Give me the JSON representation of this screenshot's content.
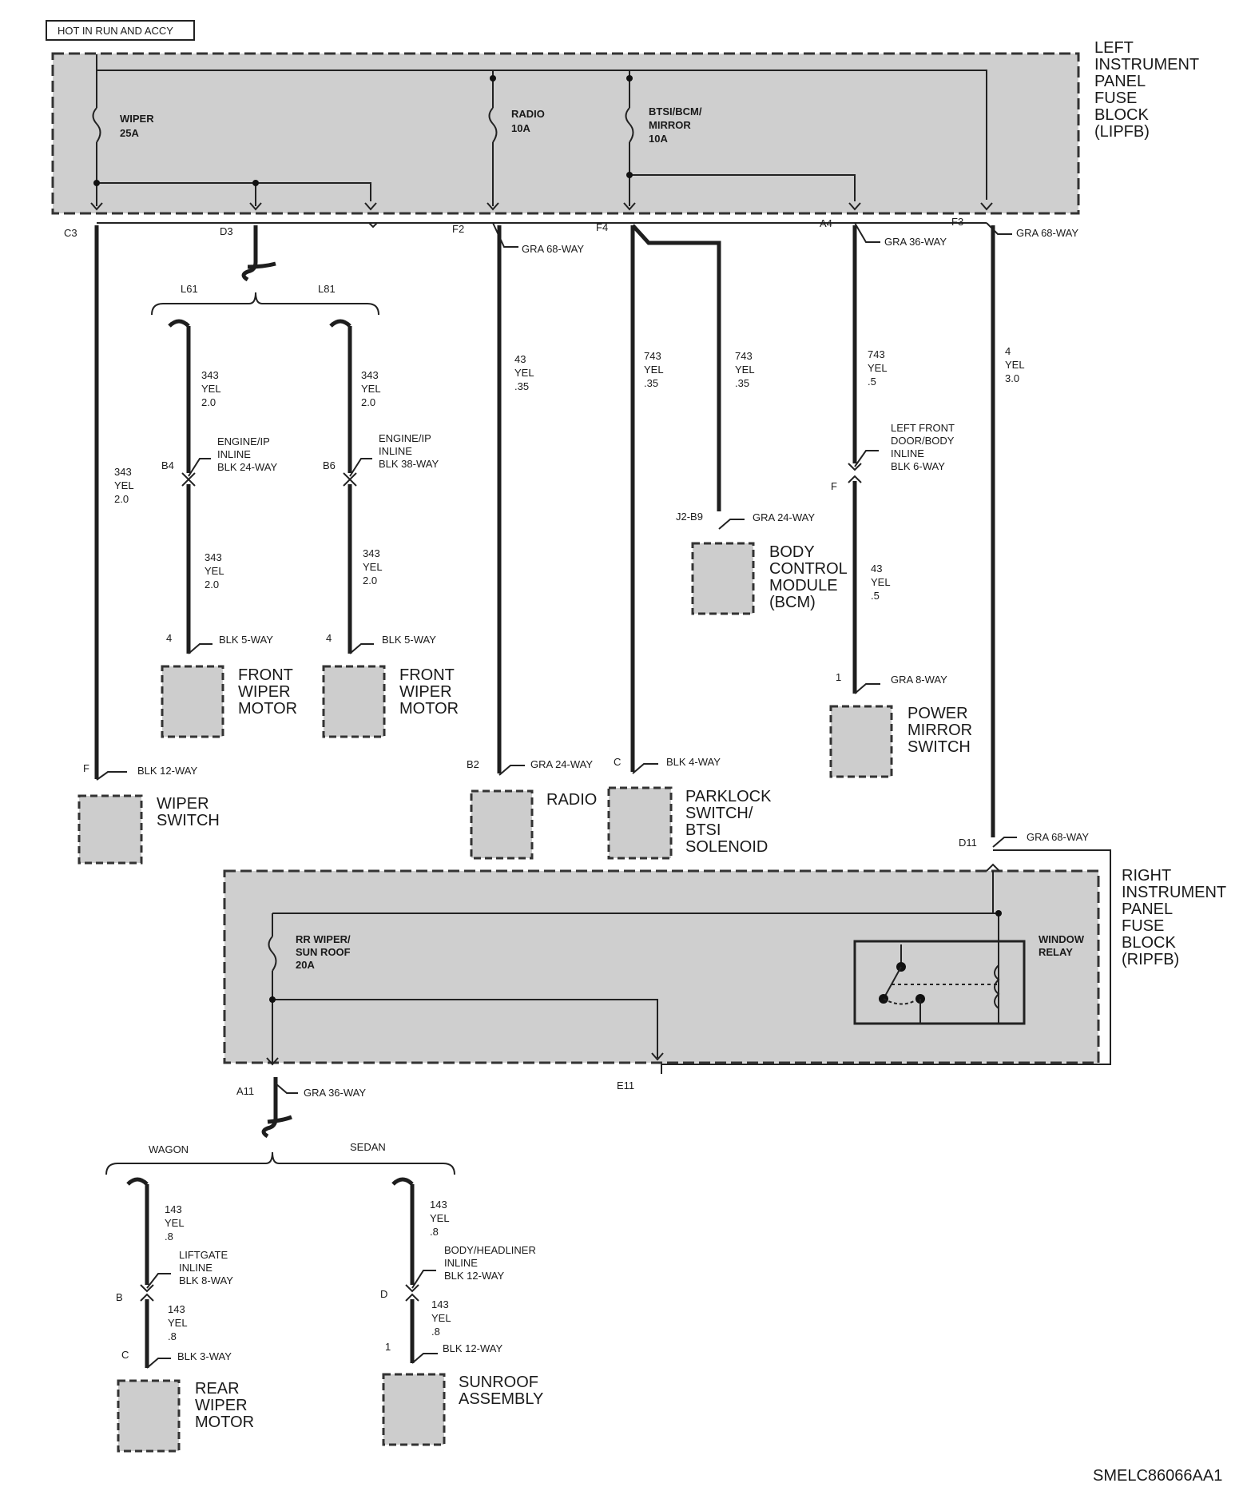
{
  "header_tag": "HOT IN RUN AND ACCY",
  "drawing_code": "SMELC86066AA1",
  "lipfb": {
    "label_lines": [
      "LEFT",
      "INSTRUMENT",
      "PANEL",
      "FUSE",
      "BLOCK",
      "(LIPFB)"
    ],
    "fuses": [
      {
        "lines": [
          "WIPER",
          "25A"
        ]
      },
      {
        "lines": [
          "RADIO",
          "10A"
        ]
      },
      {
        "lines": [
          "BTSI/BCM/",
          "MIRROR",
          "10A"
        ]
      }
    ],
    "pins": [
      "C3",
      "D3",
      "F2",
      "F4",
      "A4",
      "F3"
    ],
    "connectors": {
      "f2": "GRA 68-WAY",
      "a4": "GRA 36-WAY",
      "f3": "GRA 68-WAY"
    }
  },
  "branches_top": {
    "left": "L61",
    "right": "L81"
  },
  "wires": {
    "c3": [
      "343",
      "YEL",
      "2.0"
    ],
    "l61_up": [
      "343",
      "YEL",
      "2.0"
    ],
    "l61_low": [
      "343",
      "YEL",
      "2.0"
    ],
    "l81_up": [
      "343",
      "YEL",
      "2.0"
    ],
    "l81_low": [
      "343",
      "YEL",
      "2.0"
    ],
    "f2": [
      "43",
      "YEL",
      ".35"
    ],
    "f4a": [
      "743",
      "YEL",
      ".35"
    ],
    "f4b": [
      "743",
      "YEL",
      ".35"
    ],
    "a4_up": [
      "743",
      "YEL",
      ".5"
    ],
    "a4_low": [
      "43",
      "YEL",
      ".5"
    ],
    "f3": [
      "4",
      "YEL",
      "3.0"
    ],
    "wagon_up": [
      "143",
      "YEL",
      ".8"
    ],
    "wagon_low": [
      "143",
      "YEL",
      ".8"
    ],
    "sedan_up": [
      "143",
      "YEL",
      ".8"
    ],
    "sedan_low": [
      "143",
      "YEL",
      ".8"
    ]
  },
  "inlines": {
    "b4": {
      "pin": "B4",
      "lines": [
        "ENGINE/IP",
        "INLINE",
        "BLK 24-WAY"
      ]
    },
    "b6": {
      "pin": "B6",
      "lines": [
        "ENGINE/IP",
        "INLINE",
        "BLK 38-WAY"
      ]
    },
    "door": {
      "pin": "F",
      "lines": [
        "LEFT FRONT",
        "DOOR/BODY",
        "INLINE",
        "BLK 6-WAY"
      ]
    },
    "liftgate": {
      "pin": "B",
      "lines": [
        "LIFTGATE",
        "INLINE",
        "BLK 8-WAY"
      ]
    },
    "headliner": {
      "pin": "D",
      "lines": [
        "BODY/HEADLINER",
        "INLINE",
        "BLK 12-WAY"
      ]
    }
  },
  "components": {
    "wiper_switch": {
      "pin": "F",
      "conn": "BLK 12-WAY",
      "lines": [
        "WIPER",
        "SWITCH"
      ]
    },
    "front_wiper_1": {
      "pin": "4",
      "conn": "BLK 5-WAY",
      "lines": [
        "FRONT",
        "WIPER",
        "MOTOR"
      ]
    },
    "front_wiper_2": {
      "pin": "4",
      "conn": "BLK 5-WAY",
      "lines": [
        "FRONT",
        "WIPER",
        "MOTOR"
      ]
    },
    "radio": {
      "pin": "B2",
      "conn": "GRA 24-WAY",
      "lines": [
        "RADIO"
      ]
    },
    "parklock": {
      "pin": "C",
      "conn": "BLK 4-WAY",
      "lines": [
        "PARKLOCK",
        "SWITCH/",
        "BTSI",
        "SOLENOID"
      ]
    },
    "bcm": {
      "pin": "J2-B9",
      "conn": "GRA 24-WAY",
      "lines": [
        "BODY",
        "CONTROL",
        "MODULE",
        "(BCM)"
      ]
    },
    "mirror": {
      "pin": "1",
      "conn": "GRA 8-WAY",
      "lines": [
        "POWER",
        "MIRROR",
        "SWITCH"
      ]
    },
    "rear_wiper": {
      "pin": "C",
      "conn": "BLK 3-WAY",
      "lines": [
        "REAR",
        "WIPER",
        "MOTOR"
      ]
    },
    "sunroof": {
      "pin": "1",
      "conn": "BLK 12-WAY",
      "lines": [
        "SUNROOF",
        "ASSEMBLY"
      ]
    }
  },
  "ripfb": {
    "label_lines": [
      "RIGHT",
      "INSTRUMENT",
      "PANEL",
      "FUSE",
      "BLOCK",
      "(RIPFB)"
    ],
    "fuse": {
      "lines": [
        "RR WIPER/",
        "SUN ROOF",
        "20A"
      ]
    },
    "relay": {
      "lines": [
        "WINDOW",
        "RELAY"
      ]
    },
    "d11": {
      "pin": "D11",
      "conn": "GRA 68-WAY"
    },
    "a11": {
      "pin": "A11",
      "conn": "GRA 36-WAY"
    },
    "e11": "E11"
  },
  "branches_bottom": {
    "left": "WAGON",
    "right": "SEDAN"
  }
}
